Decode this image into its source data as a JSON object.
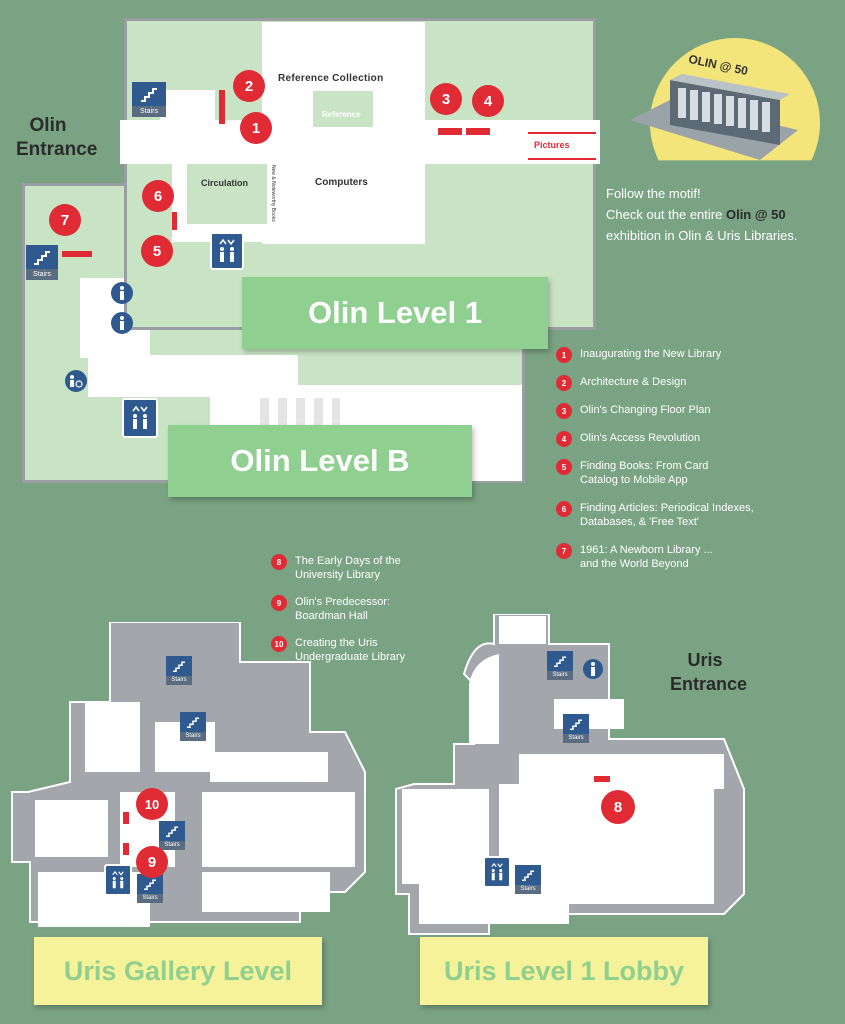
{
  "olin": {
    "entrance_label_line1": "Olin",
    "entrance_label_line2": "Entrance",
    "level1_title": "Olin Level 1",
    "levelB_title": "Olin Level B",
    "rooms": {
      "reference_collection": "Reference Collection",
      "reference": "Reference",
      "circulation": "Circulation",
      "computers": "Computers",
      "new_noteworthy": "New & Noteworthy Books",
      "pictures": "Pictures"
    },
    "stairs_label": "Stairs"
  },
  "promo": {
    "badge": "OLIN @ 50",
    "line1": "Follow the motif!",
    "line2_pre": "Check out the entire ",
    "line2_bold": "Olin @ 50",
    "line3": "exhibition in Olin & Uris Libraries."
  },
  "legend_olin": [
    {
      "num": "1",
      "text": "Inaugurating the New Library"
    },
    {
      "num": "2",
      "text": "Architecture & Design"
    },
    {
      "num": "3",
      "text": "Olin's Changing Floor Plan"
    },
    {
      "num": "4",
      "text": "Olin's Access Revolution"
    },
    {
      "num": "5",
      "text": "Finding Books: From Card Catalog to Mobile App"
    },
    {
      "num": "6",
      "text": "Finding Articles: Periodical Indexes, Databases, & 'Free Text'"
    },
    {
      "num": "7",
      "text": "1961: A Newborn Library ... and the World Beyond"
    }
  ],
  "legend_uris": [
    {
      "num": "8",
      "text": "The Early Days of the University Library"
    },
    {
      "num": "9",
      "text": "Olin's Predecessor: Boardman Hall"
    },
    {
      "num": "10",
      "text": "Creating the Uris Undergraduate Library"
    }
  ],
  "uris": {
    "entrance_label_line1": "Uris",
    "entrance_label_line2": "Entrance",
    "gallery_title": "Uris Gallery Level",
    "lobby_title": "Uris Level 1 Lobby"
  },
  "markers": {
    "m1": "1",
    "m2": "2",
    "m3": "3",
    "m4": "4",
    "m5": "5",
    "m6": "6",
    "m7": "7",
    "m8": "8",
    "m9": "9",
    "m10": "10"
  },
  "colors": {
    "background": "#7aa383",
    "marker": "#e02b35",
    "floor_green": "#c9e4c5",
    "label_green": "#8fcf8f",
    "label_yellow": "#f6f29a",
    "uris_gray": "#a3a6ab",
    "icon_blue": "#2e5a8f"
  }
}
